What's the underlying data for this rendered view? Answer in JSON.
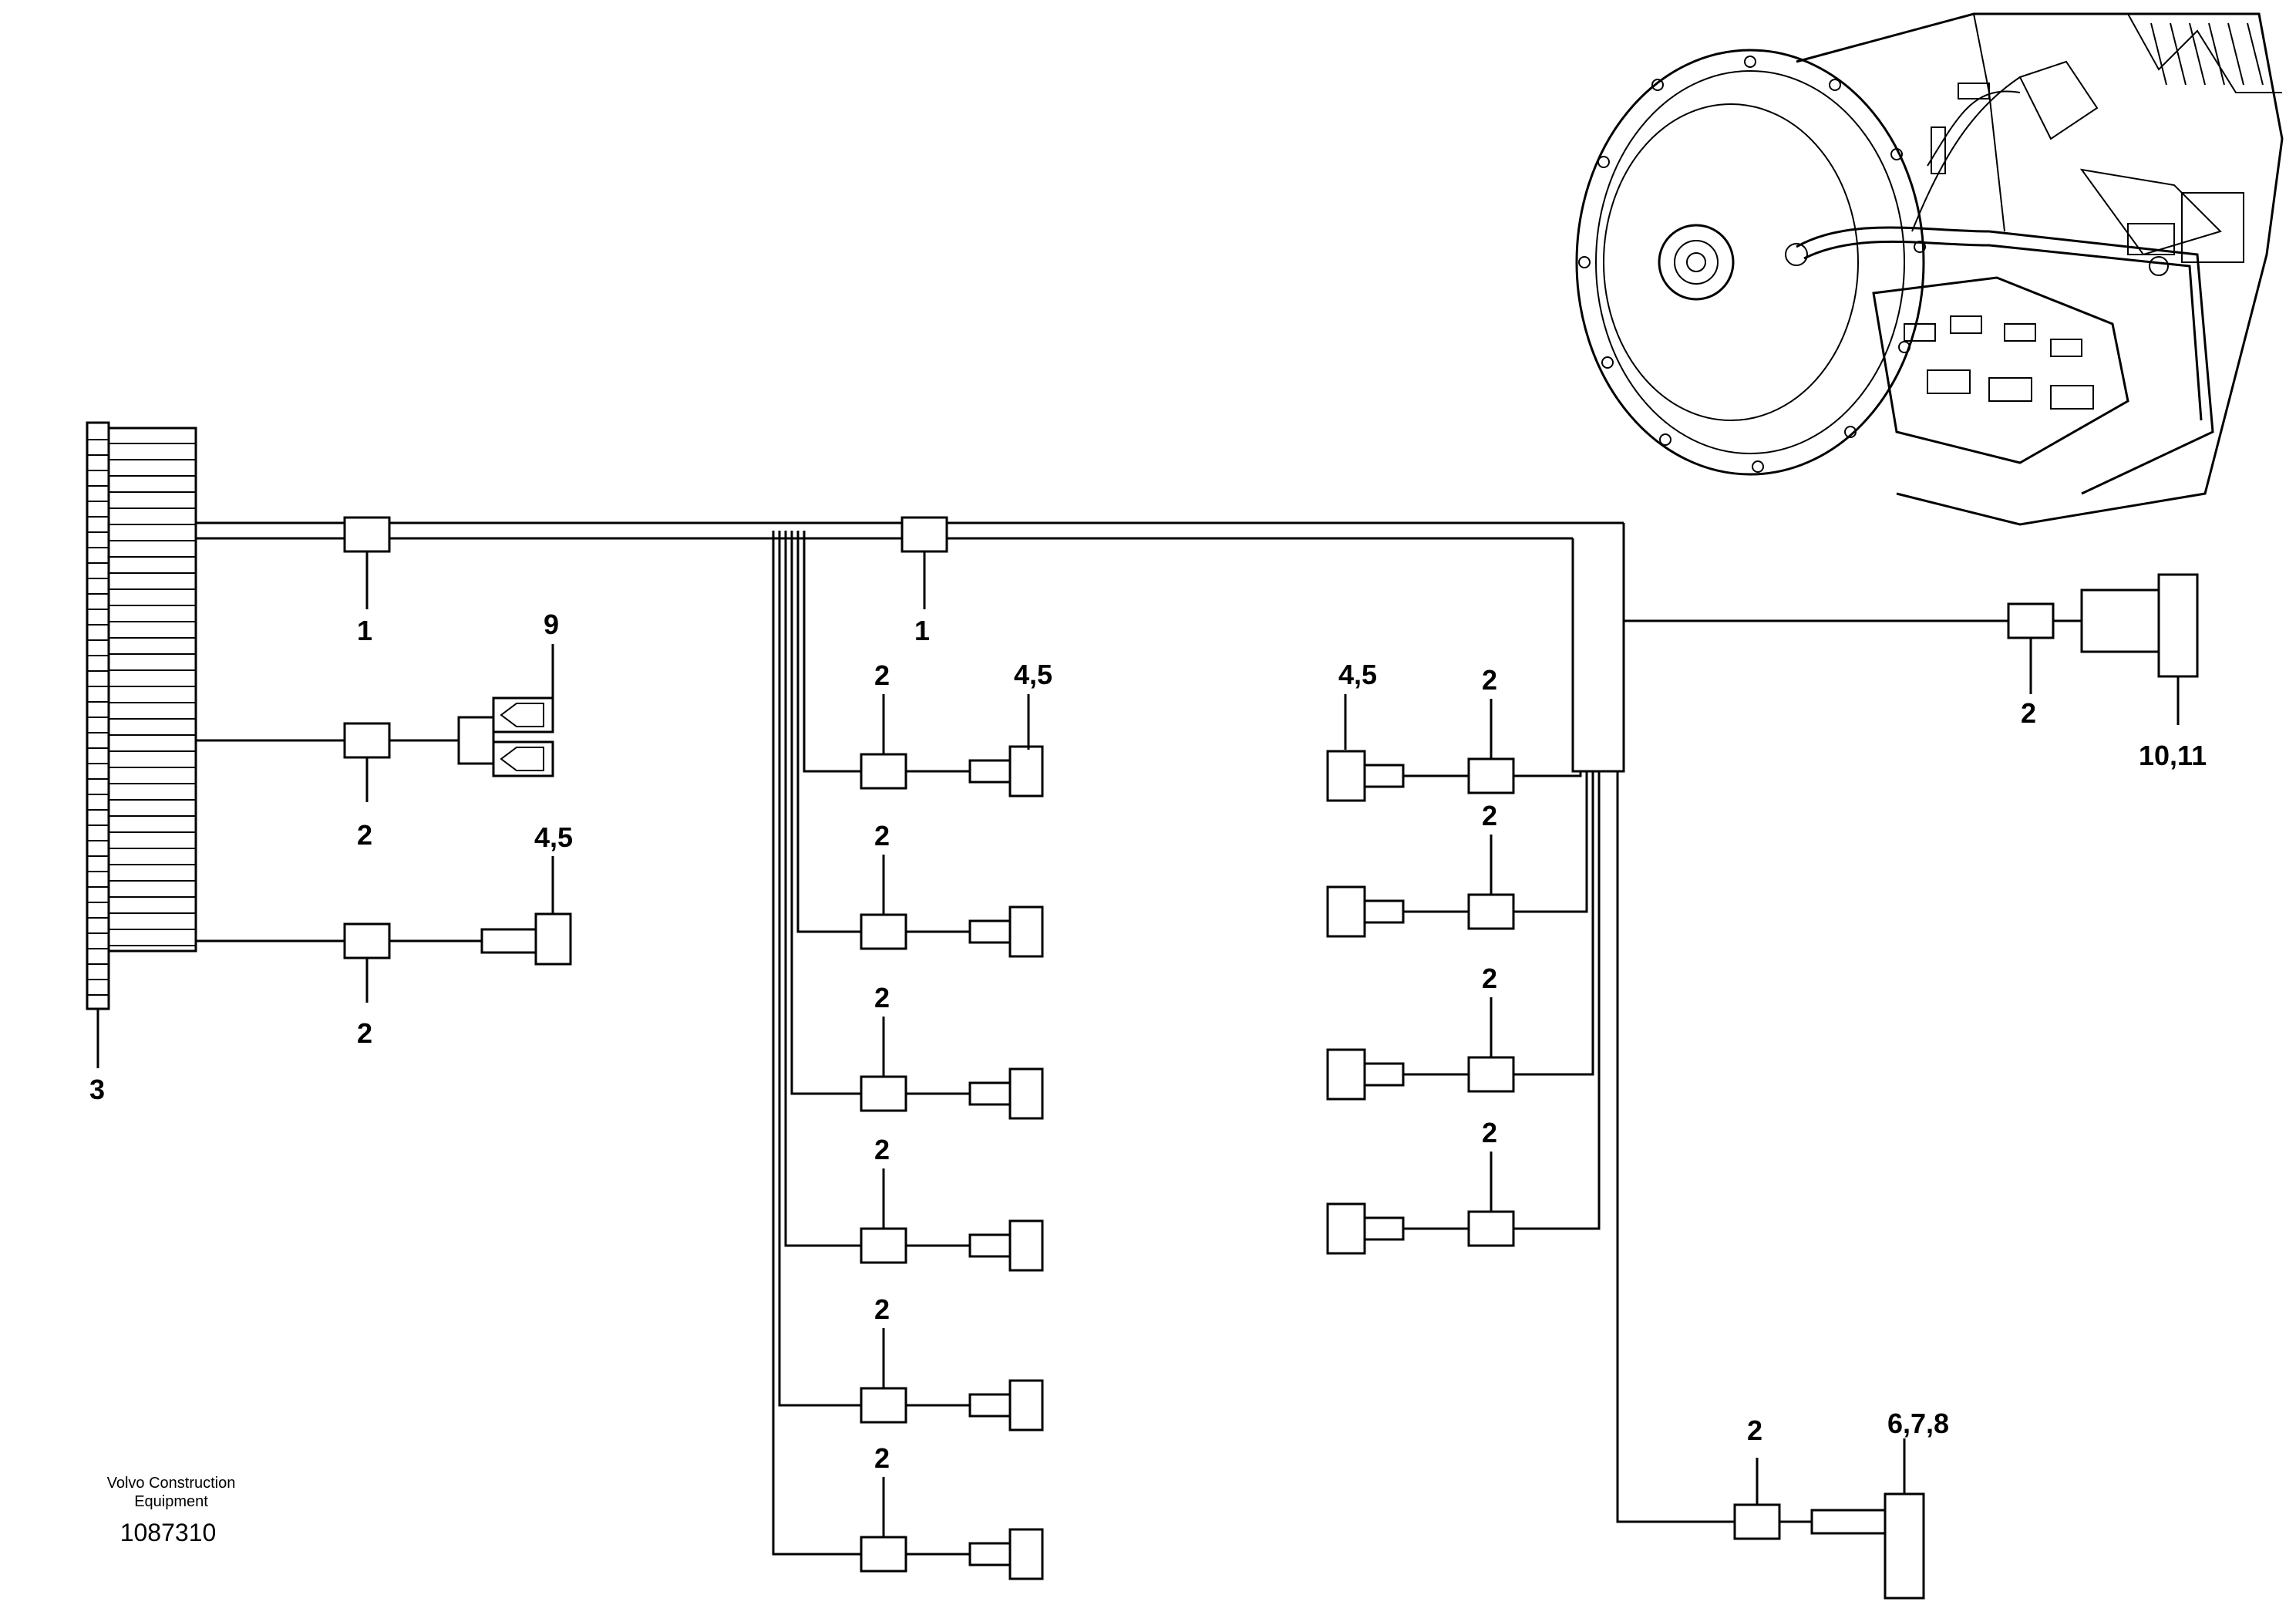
{
  "callouts": {
    "c1_left": "1",
    "c1_mid": "1",
    "c2_relay": "2",
    "c2_conn_left": "2",
    "c2_right_plug": "2",
    "c2_col1": [
      "2",
      "2",
      "2",
      "2",
      "2",
      "2"
    ],
    "c2_col2": [
      "2",
      "2",
      "2",
      "2"
    ],
    "c2_bottom": "2",
    "c3": "3",
    "c9": "9",
    "c45_left": "4,5",
    "c45_col1": "4,5",
    "c45_col2": "4,5",
    "c1011": "10,11",
    "c678": "6,7,8"
  },
  "footer": {
    "company_line1": "Volvo Construction",
    "company_line2": "Equipment",
    "drawing_number": "1087310"
  },
  "illustration": {
    "subject": "transmission-with-wiring-harness"
  }
}
